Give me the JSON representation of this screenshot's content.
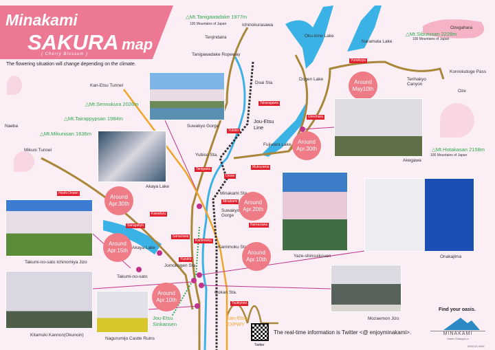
{
  "title": {
    "line1": "Minakami",
    "line2": "SAKURA",
    "line2b": "map",
    "line3": "( Cherry Blossom )"
  },
  "notice": "The flowering situation will change depending on the climate.",
  "mountains": [
    {
      "name": "△Mt.Tanigawadake 1977m",
      "note": "100 Mountains of Japan"
    },
    {
      "name": "△Mt.Sennokura 2026m"
    },
    {
      "name": "△Mt.Tairappypsan 1984m"
    },
    {
      "name": "△Mt.Mikunisan 1636m"
    },
    {
      "name": "△Mt.Sibutusan 2228m",
      "note": "100 Mountains of Japan"
    },
    {
      "name": "△Mt.Hotakasan 2158m",
      "note": "100 Mountains of Japan"
    }
  ],
  "places": {
    "ichinokurasawa": "Ichinokurasawa",
    "tenjindaira": "Tenjindaira",
    "ropeway": "Tanigawadake Ropeway",
    "kanetsu_tunnel": "Kan-Etsu Tunnel",
    "naeba": "Naeba",
    "mikuni_tunnel": "Mikuni Tunnel",
    "okutone": "Oku-tone Lake",
    "naramata": "Naramata Lake",
    "dogen": "Dogen Lake",
    "doai": "Doai Sta.",
    "joetsu_line": "Jou-Etsu Line",
    "fujiwara": "Fujiwara Lake",
    "ozegahara": "Ozegahara",
    "konroku": "Konrokutoge Pass",
    "oze": "Oze",
    "terihakyo": "Terihakyo Canyon",
    "yubiso_sta": "Yubiso Sta.",
    "minakami_sta": "Minakami Sta.",
    "suwakyo": "Suwakyo Gorge",
    "kamimoku_sta": "Kamimoku Sta.",
    "jomokogen_sta": "Jomokogen Sta.",
    "takumi": "Takumi-no-sato",
    "gokan_sta": "Gokan Sta.",
    "akaya_lake": "Akaya Lake",
    "shinkansen": "Jou-Etsu Sinkansen",
    "expwy": "Kan-Etsu EXPWY"
  },
  "onsen": [
    "Yubiso",
    "Takaragawa",
    "Uenohara",
    "Yunokoya",
    "Tanigawa",
    "Mukuyama",
    "Urose",
    "Minakami",
    "Hoshi Onsen",
    "Kawafuru",
    "Sarugakyo",
    "Sanazawa",
    "Kamimoku",
    "Yuzuku",
    "Namazawa",
    "Tsukiyono"
  ],
  "bloom": [
    {
      "l1": "Around",
      "l2": "May10th"
    },
    {
      "l1": "Around",
      "l2": "Apr.30th"
    },
    {
      "l1": "Around",
      "l2": "Apr.30th"
    },
    {
      "l1": "Around",
      "l2": "Apr.20th"
    },
    {
      "l1": "Around",
      "l2": "Apr.15th"
    },
    {
      "l1": "Around",
      "l2": "Apr.10th"
    },
    {
      "l1": "Around",
      "l2": "Apr.10th"
    }
  ],
  "photos": [
    "Suwakyo Gorge",
    "Akaya Lake",
    "Akegawa",
    "Yaze-shinsuikouen",
    "Onakajima",
    "Takumi-no-sato Ichinomiya Jizo",
    "Kitamuki Kannon(Okunoin)",
    "Nagurumijo Castle Ruins",
    "Mozaemon Jizo"
  ],
  "footer": {
    "twitter_info": "The real-time information is Twitter <@ enjoyminakami>.",
    "qr_label": "Twitter",
    "slogan": "Find your oasis.",
    "logo": "MINAKAMI",
    "logo_sub": "Water Shangri-La",
    "date": "2020.03.3000"
  },
  "colors": {
    "banner": "#ec7894",
    "bubble": "#ee7b86",
    "onsen": "#e0202c",
    "road": "#a8873a",
    "river": "#3bb2e6",
    "mountain": "#2fa84f",
    "expwy": "#f0a52a",
    "shinkansen": "#2fa84f"
  }
}
